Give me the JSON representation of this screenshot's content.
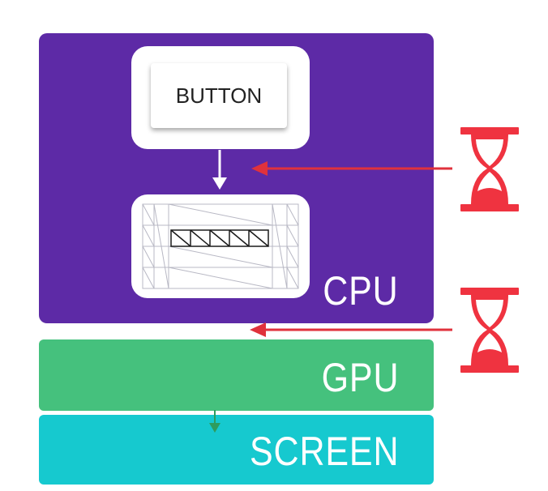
{
  "blocks": {
    "cpu_label": "CPU",
    "gpu_label": "GPU",
    "screen_label": "SCREEN"
  },
  "button": {
    "label": "BUTTON"
  },
  "icons": {
    "timer_top": "hourglass-icon",
    "timer_bottom": "hourglass-icon"
  },
  "colors": {
    "cpu": "#5d2aa6",
    "gpu": "#45c17d",
    "screen": "#16c9cf",
    "arrow_red": "#e0323c",
    "hourglass": "#ef3340"
  }
}
